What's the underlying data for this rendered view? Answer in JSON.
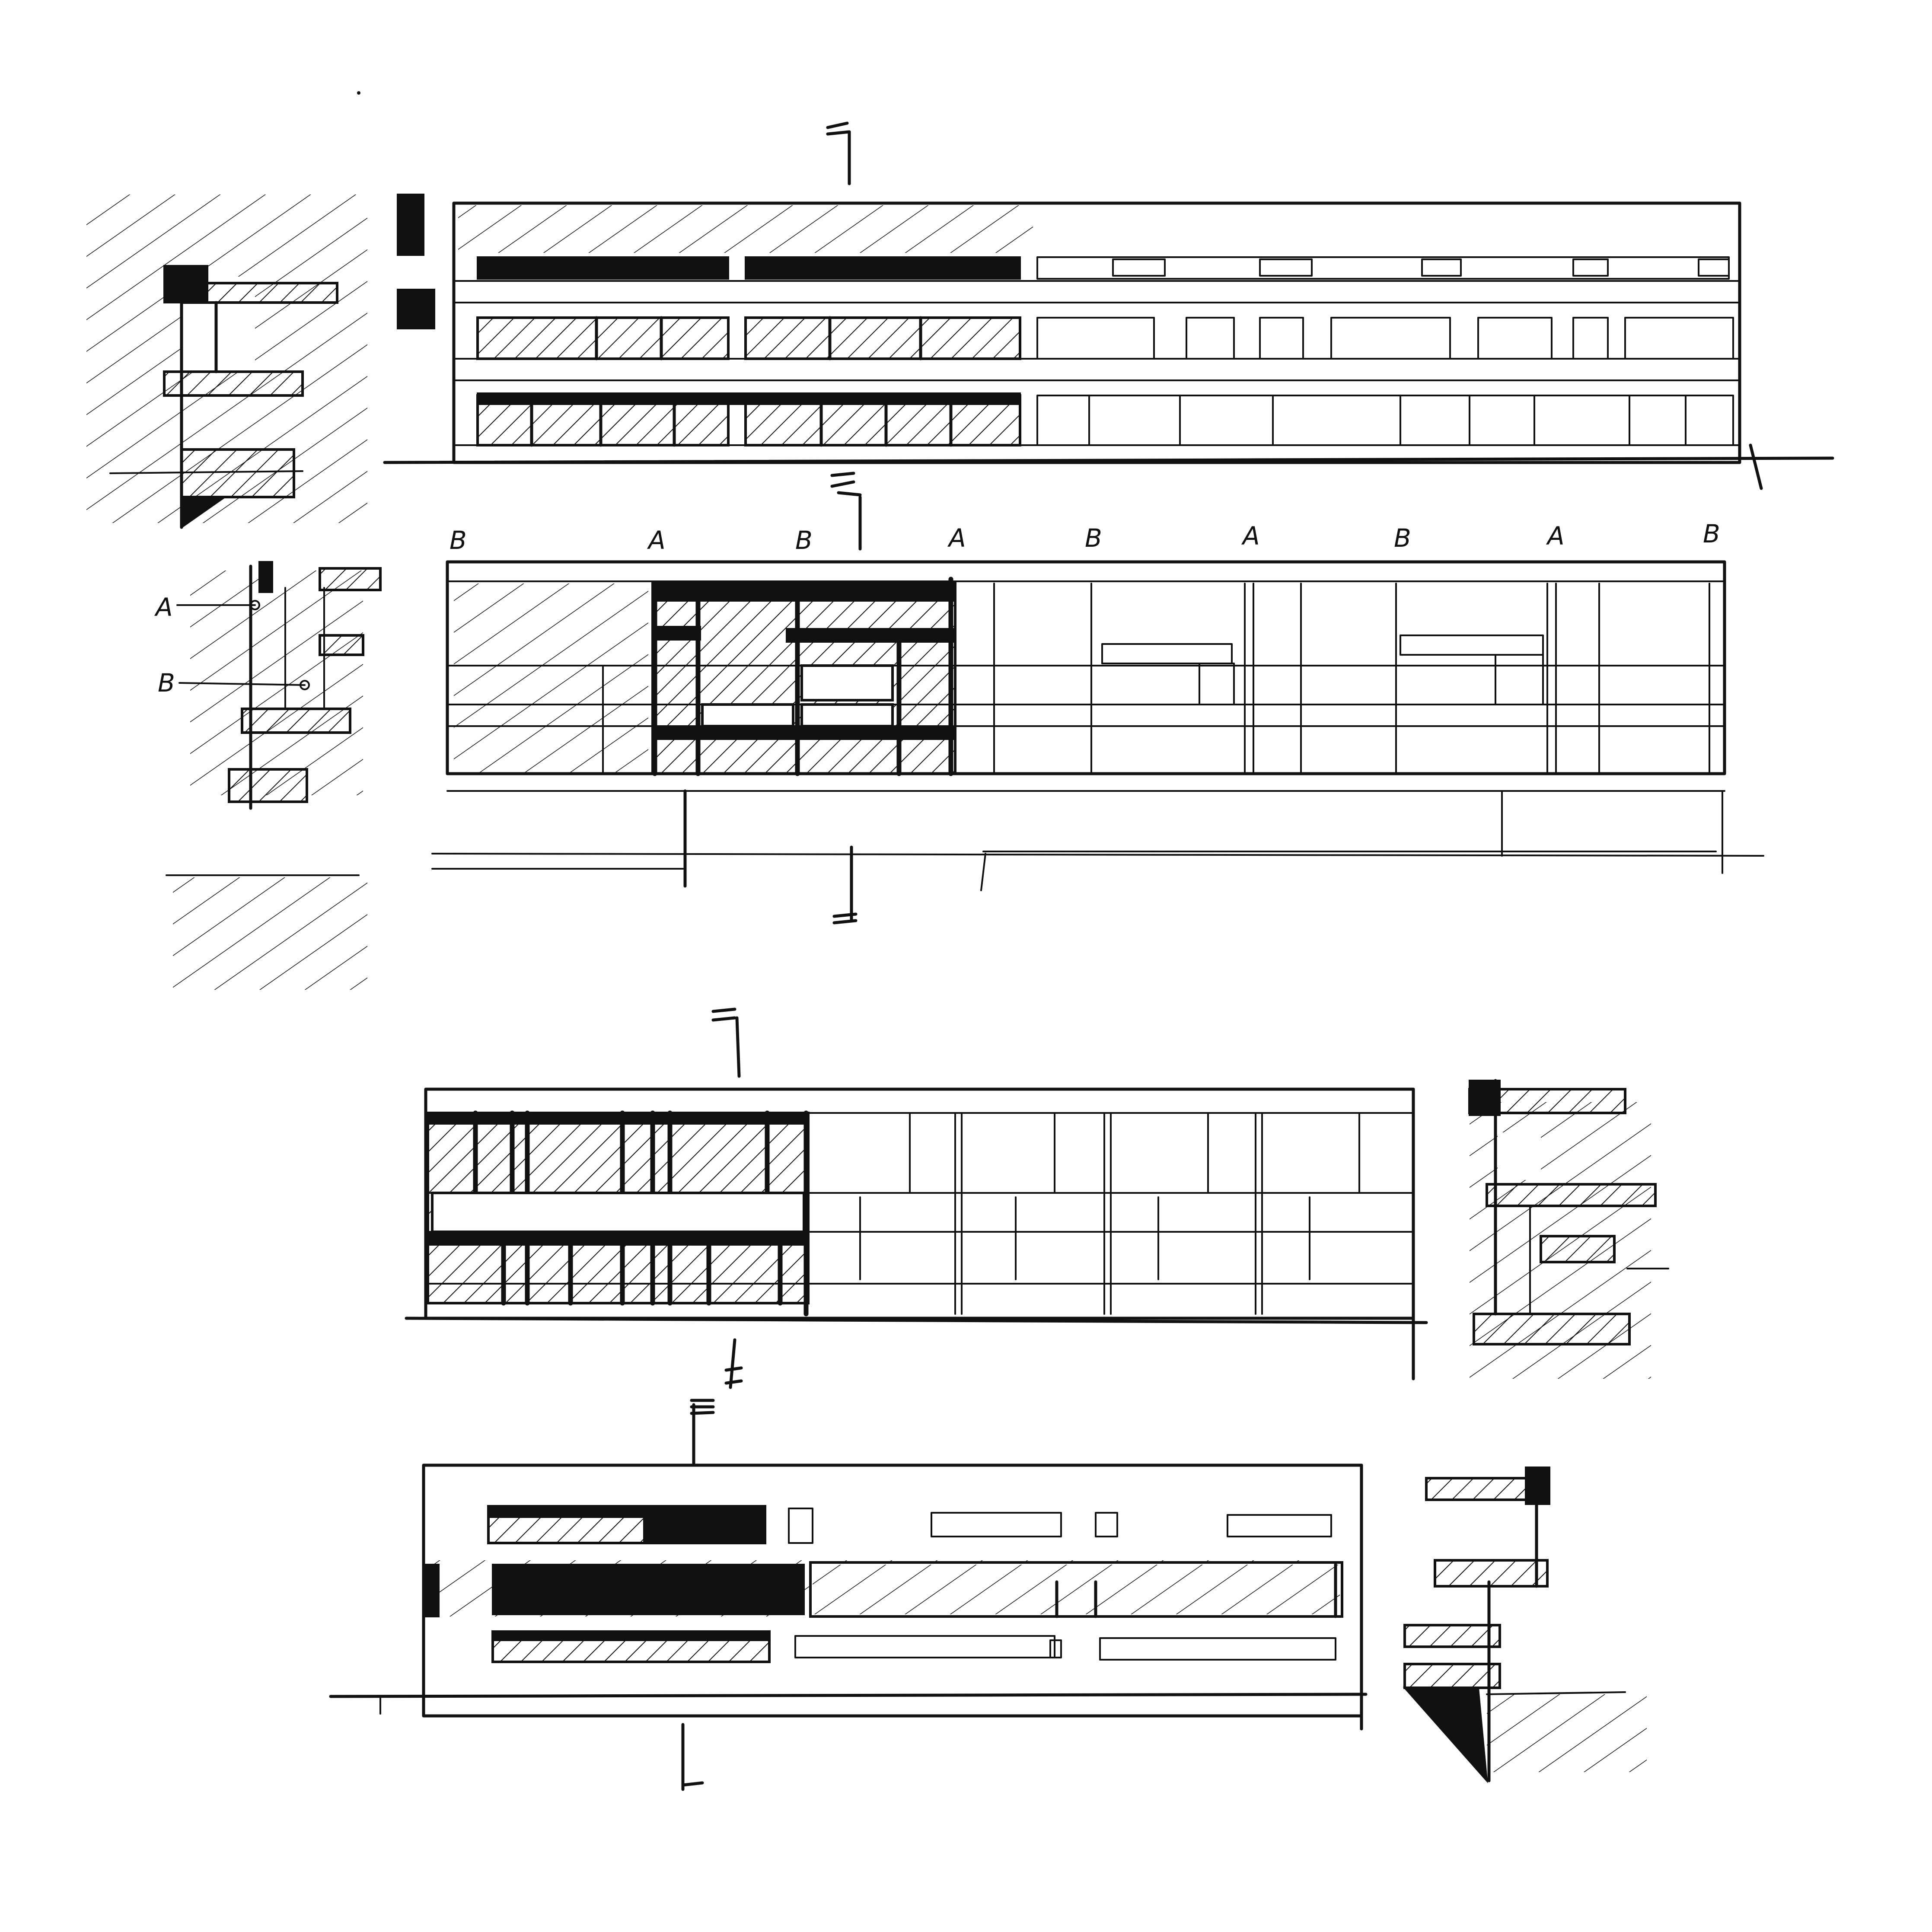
{
  "sheet": {
    "background": "#ffffff",
    "ink": "#111111"
  },
  "elevation_1": {
    "section_marker_top": "section-flag",
    "section_marker_bottom": "section-flag"
  },
  "elevation_2": {
    "bay_labels": [
      "B",
      "A",
      "B",
      "A",
      "B",
      "A",
      "B",
      "A",
      "B"
    ],
    "section_labels": [
      "A",
      "B"
    ]
  },
  "elevation_3": {
    "section_marker_top": "section-flag",
    "section_marker_bottom": "section-flag"
  },
  "elevation_4": {
    "section_marker_top": "section-flag",
    "section_marker_bottom": "section-flag"
  }
}
